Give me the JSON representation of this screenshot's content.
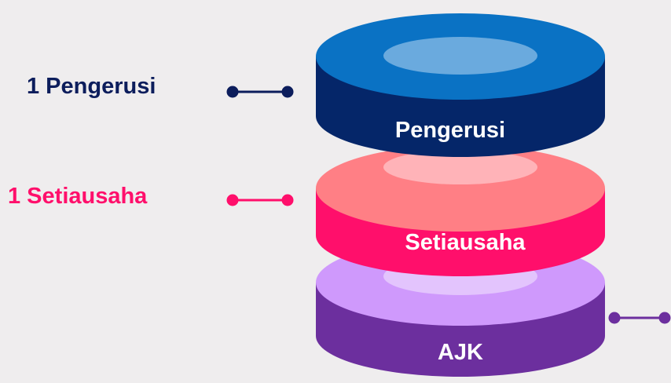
{
  "labels": {
    "pengerusi_count": "1 Pengerusi",
    "setiausaha_count": "1 Setiausaha"
  },
  "layers": [
    {
      "id": "pengerusi",
      "text": "Pengerusi",
      "top_color": "#0a72c4",
      "side_color": "#052669",
      "hole_color": "#6aaade"
    },
    {
      "id": "setiausaha",
      "text": "Setiausaha",
      "top_color": "#ff7f85",
      "side_color": "#ff0f6b",
      "hole_color": "#ffb3b8"
    },
    {
      "id": "ajk",
      "text": "AJK",
      "top_color": "#cf99fc",
      "side_color": "#6c2f9e",
      "hole_color": "#e3c4fd"
    }
  ],
  "colors": {
    "background": "#efedee",
    "connector_pengerusi": "#0c1d5c",
    "connector_setiausaha": "#ff0f6b",
    "connector_ajk": "#6c2f9e"
  }
}
